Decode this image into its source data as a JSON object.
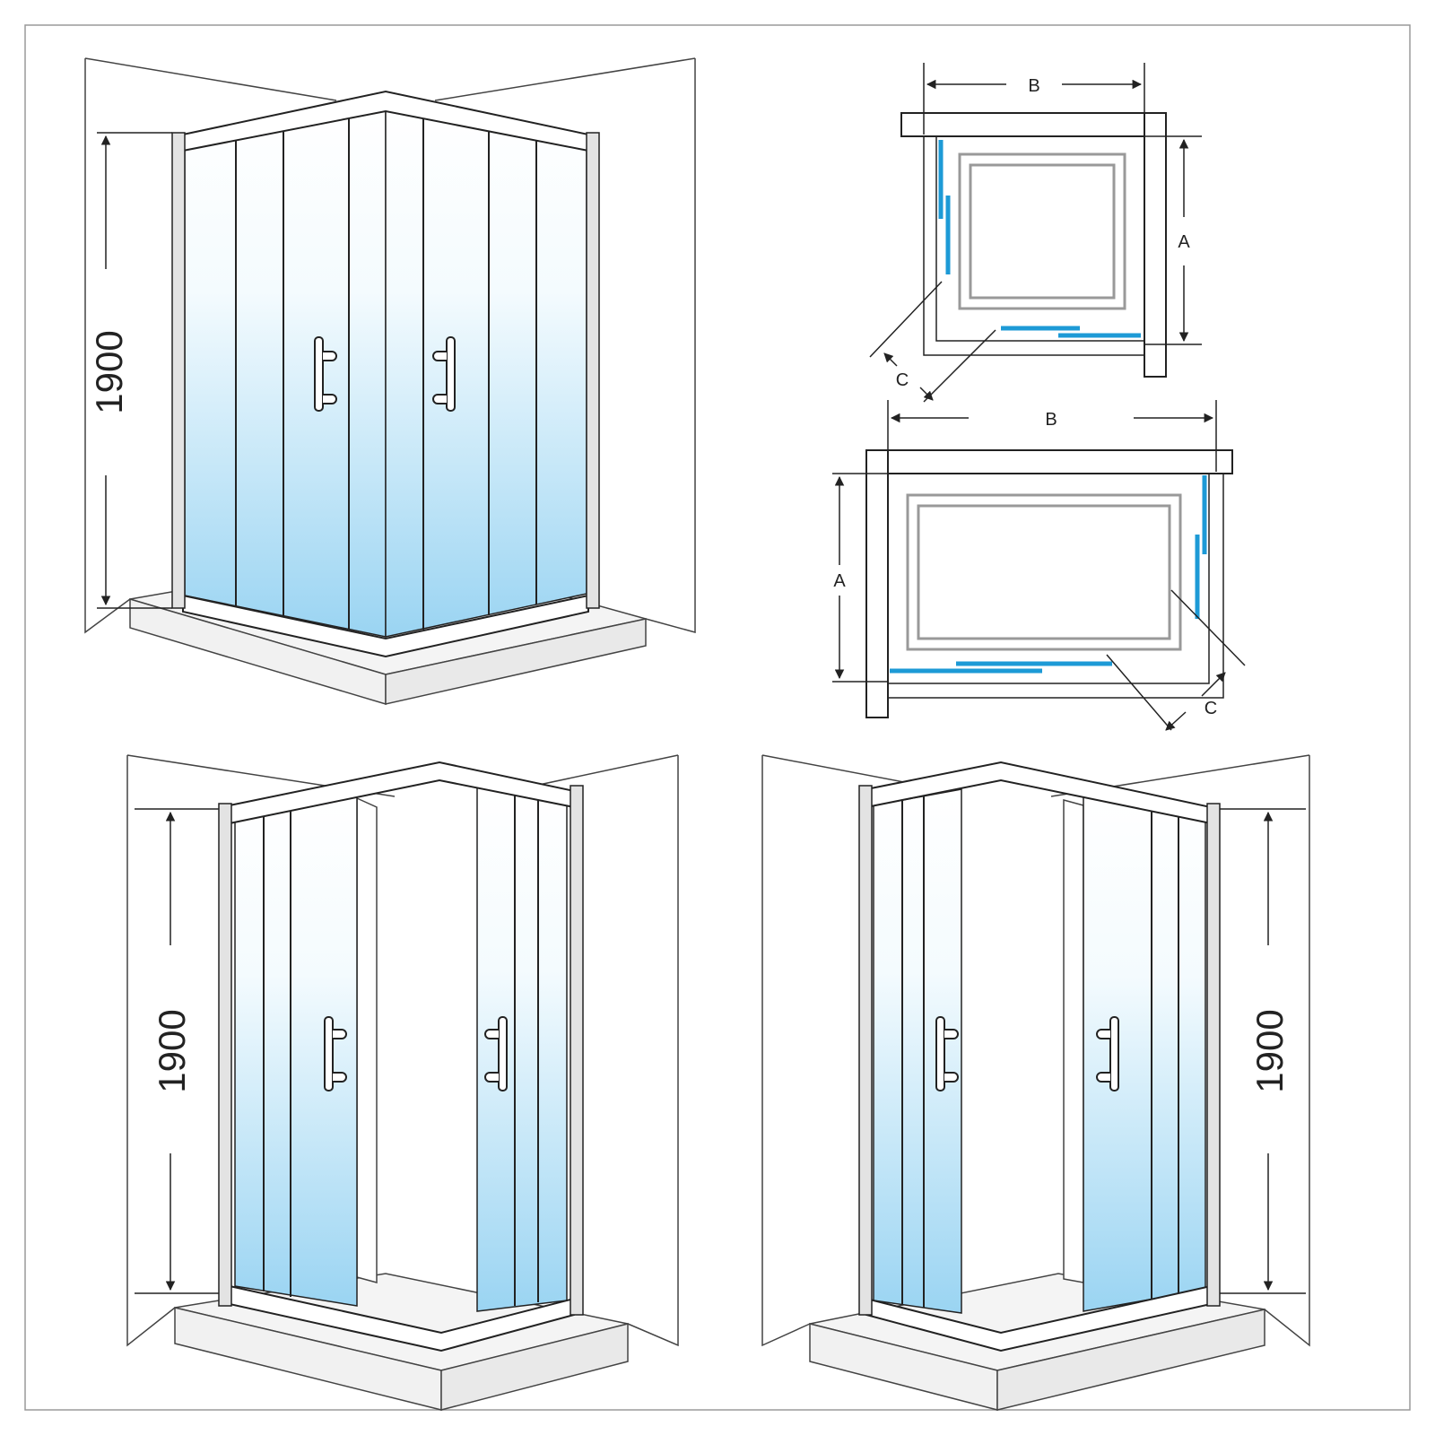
{
  "colors": {
    "line": "#222222",
    "glass_top": "#ffffff",
    "glass_bottom": "#9ad4f2",
    "accent_blue": "#1d9ad6",
    "frame_fill": "#ffffff",
    "tray_fill": "#f1f1f1",
    "wall_stroke": "#444444"
  },
  "views": {
    "iso_top_left": {
      "height_label": "1900",
      "doors": "both-closed"
    },
    "plan_square": {
      "width_label": "B",
      "depth_label": "A",
      "corner_label": "C"
    },
    "plan_rect": {
      "width_label": "B",
      "depth_label": "A",
      "corner_label": "C"
    },
    "iso_bottom_left": {
      "height_label": "1900",
      "doors": "open"
    },
    "iso_bottom_right": {
      "height_label": "1900",
      "doors": "open"
    }
  }
}
